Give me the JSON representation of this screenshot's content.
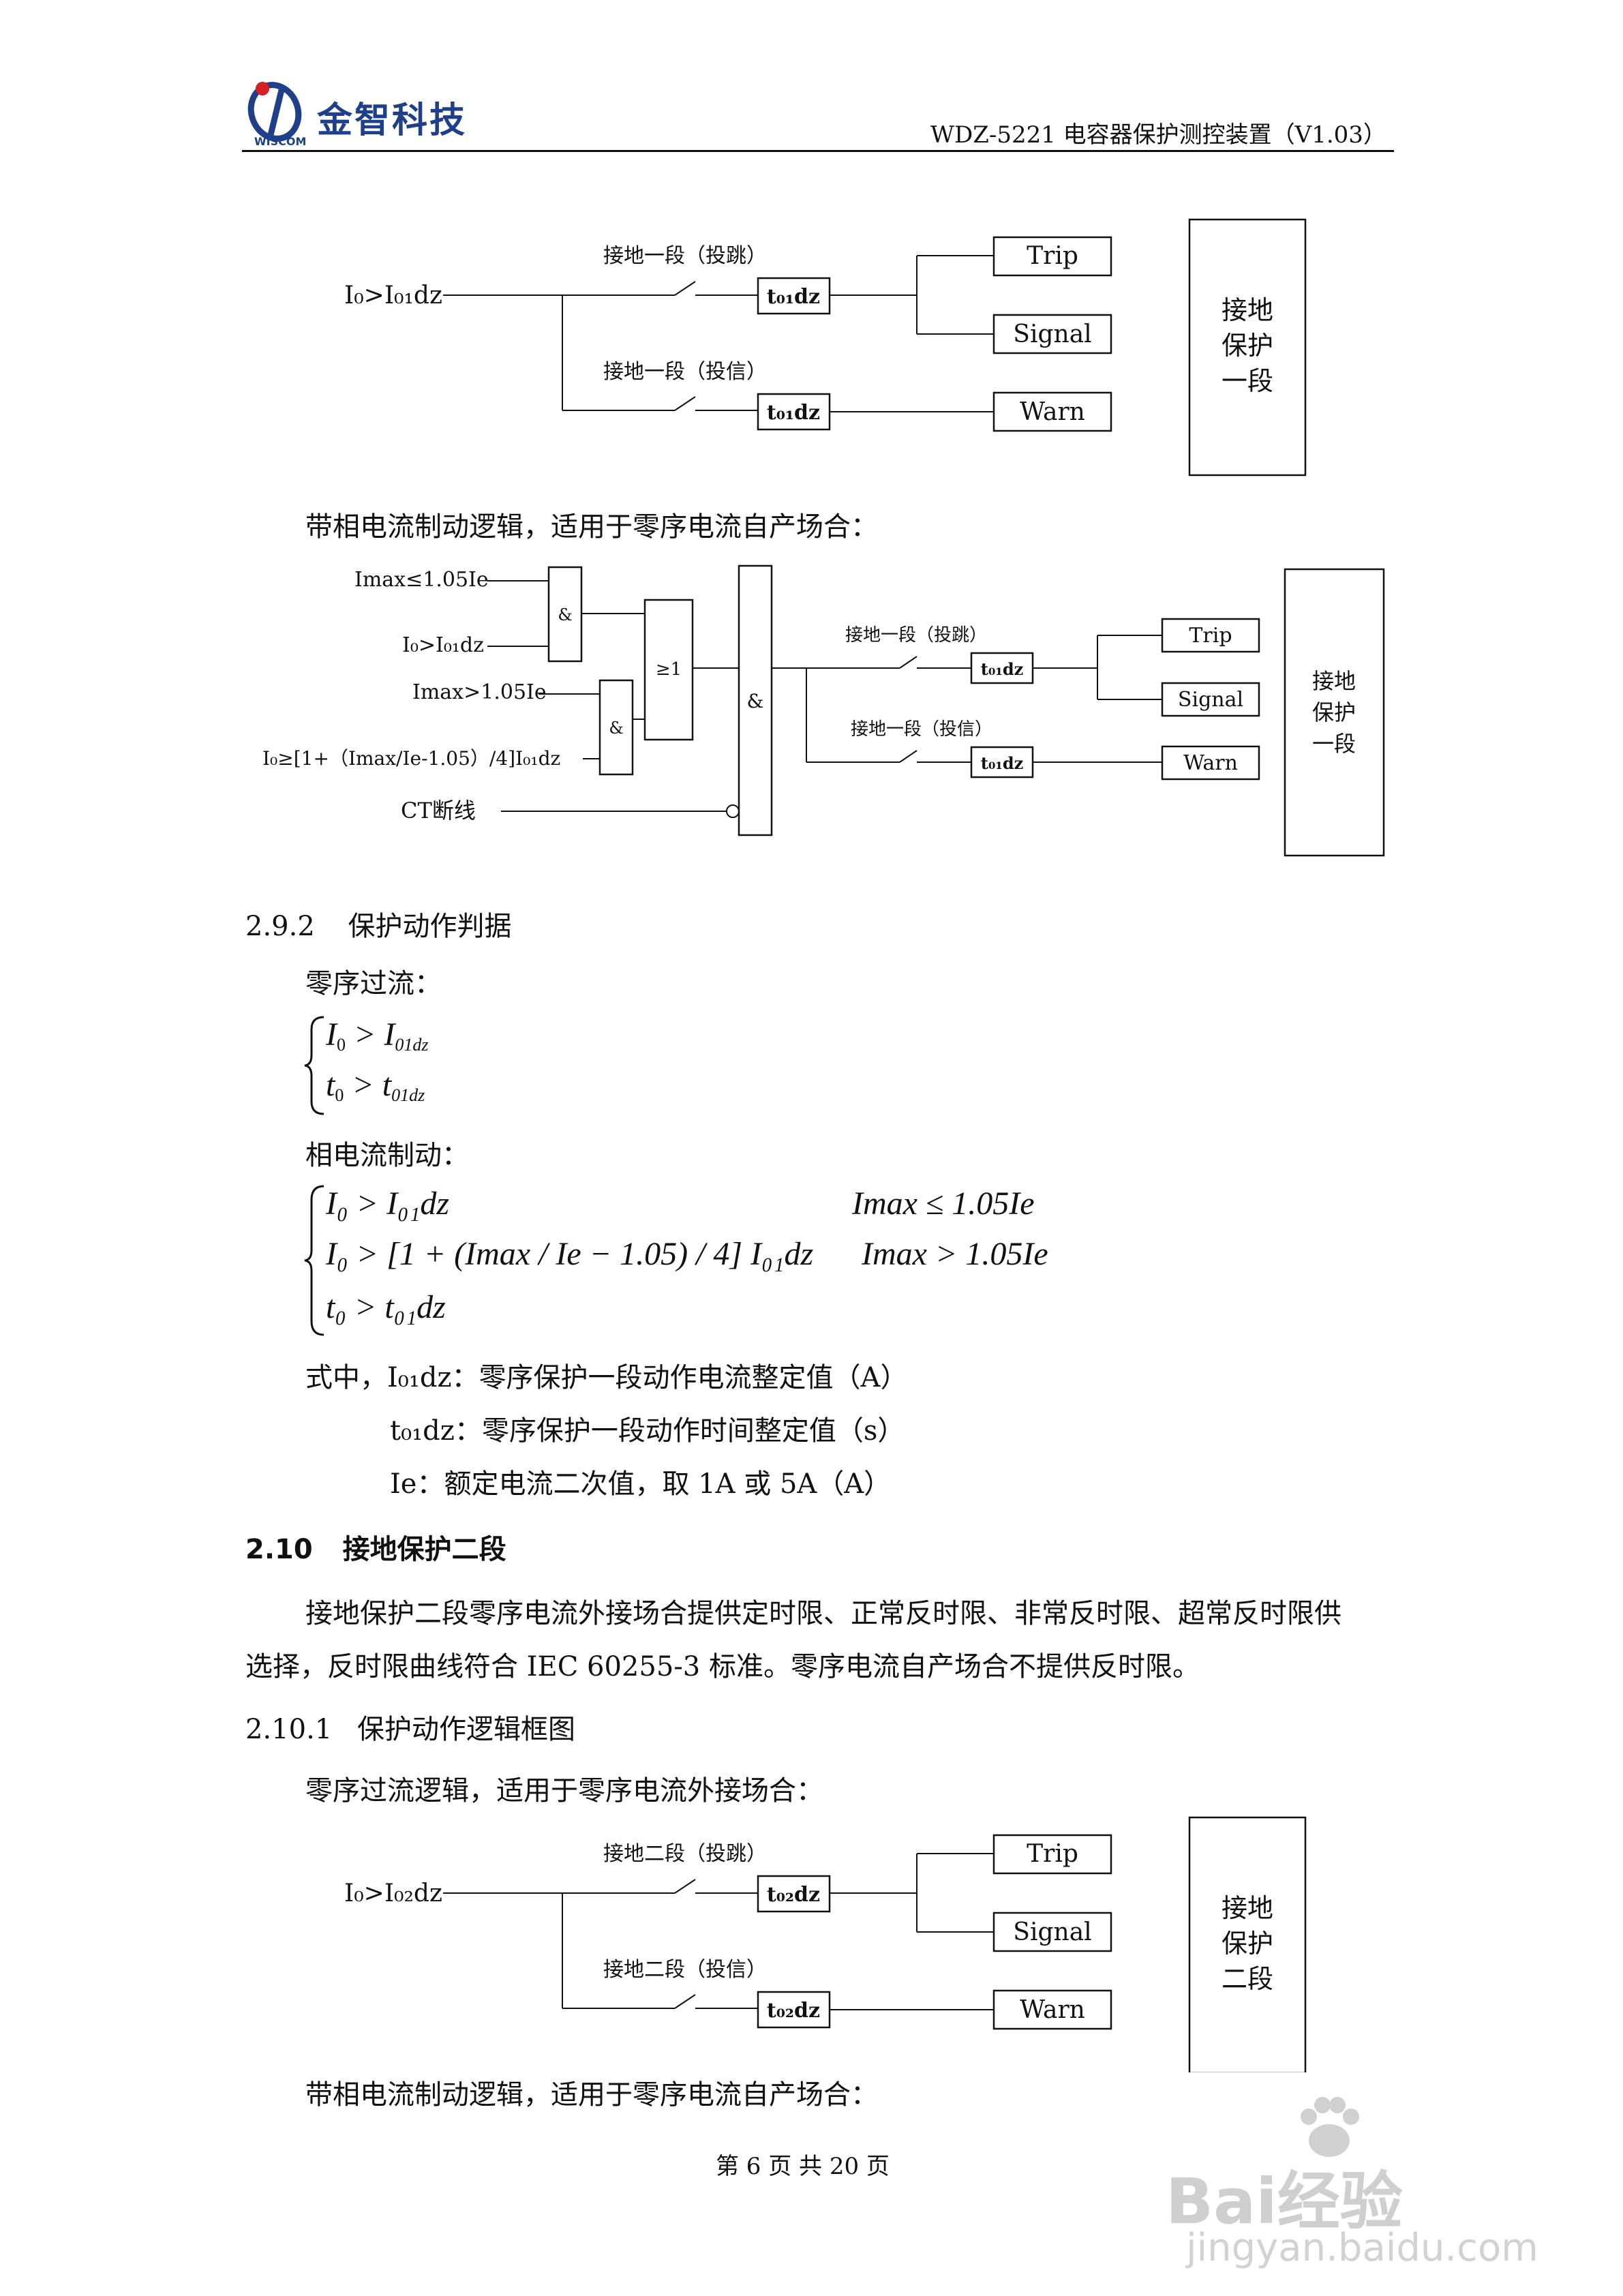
{
  "header": {
    "brand_cn": "金智科技",
    "brand_en": "WISCOM",
    "doc_title": "WDZ-5221 电容器保护测控装置（V1.03）"
  },
  "diagram1": {
    "input": "I₀>I₀₁dz",
    "branch_trip": "接地一段（投跳）",
    "branch_signal": "接地一段（投信）",
    "timer": "t₀₁dz",
    "out_trip": "Trip",
    "out_signal": "Signal",
    "out_warn": "Warn",
    "block": [
      "接地",
      "保护",
      "一段"
    ]
  },
  "para_restraint_1": "带相电流制动逻辑，适用于零序电流自产场合：",
  "diagram2": {
    "in1": "Imax≤1.05Ie",
    "in2": "I₀>I₀₁dz",
    "in3": "Imax>1.05Ie",
    "in4": "I₀≥[1+（Imax/Ie-1.05）/4]I₀₁dz",
    "in5": "CT断线",
    "and": "&",
    "or": "≥1",
    "branch_trip": "接地一段（投跳）",
    "branch_signal": "接地一段（投信）",
    "timer": "t₀₁dz",
    "out_trip": "Trip",
    "out_signal": "Signal",
    "out_warn": "Warn",
    "block": [
      "接地",
      "保护",
      "一段"
    ]
  },
  "section_292": {
    "num": "2.9.2",
    "title": "保护动作判据"
  },
  "zero_seq_label": "零序过流：",
  "eq1": {
    "l1a": "I",
    "l1b": "0",
    "l1c": " > I",
    "l1d": "01dz",
    "l2a": "t",
    "l2b": "0",
    "l2c": " > t",
    "l2d": "01dz"
  },
  "phase_label": "相电流制动：",
  "eq2": {
    "l1": "I₀ > I₀₁dz",
    "l1_cond": "Imax ≤ 1.05Ie",
    "l2": "I₀ > [1 + (Imax / Ie − 1.05) / 4] I₀₁dz",
    "l2_cond": "Imax > 1.05Ie",
    "l3": "t₀ > t₀₁dz"
  },
  "defs": {
    "d1_prefix": "式中，",
    "d1_sym": "I₀₁dz：",
    "d1_text": "零序保护一段动作电流整定值（A）",
    "d2_sym": "t₀₁dz：",
    "d2_text": "零序保护一段动作时间整定值（s）",
    "d3_sym": "Ie：",
    "d3_text": "额定电流二次值，取 1A 或 5A（A）"
  },
  "section_210": {
    "num": "2.10",
    "title": "接地保护二段"
  },
  "para_210_l1": "接地保护二段零序电流外接场合提供定时限、正常反时限、非常反时限、超常反时限供",
  "para_210_l2": "选择，反时限曲线符合 IEC 60255-3 标准。零序电流自产场合不提供反时限。",
  "section_2101": {
    "num": "2.10.1",
    "title": "保护动作逻辑框图"
  },
  "para_external": "零序过流逻辑，适用于零序电流外接场合：",
  "diagram3": {
    "input": "I₀>I₀₂dz",
    "branch_trip": "接地二段（投跳）",
    "branch_signal": "接地二段（投信）",
    "timer": "t₀₂dz",
    "out_trip": "Trip",
    "out_signal": "Signal",
    "out_warn": "Warn",
    "block": [
      "接地",
      "保护",
      "二段"
    ]
  },
  "para_restraint_2": "带相电流制动逻辑，适用于零序电流自产场合：",
  "footer": {
    "page": "第 6 页 共 20 页"
  },
  "watermark": {
    "brand": "Bai经验",
    "url": "jingyan.baidu.com"
  },
  "colors": {
    "logo_blue": "#1f3f8a",
    "logo_red": "#d32020",
    "watermark": "#c8c8c8"
  }
}
